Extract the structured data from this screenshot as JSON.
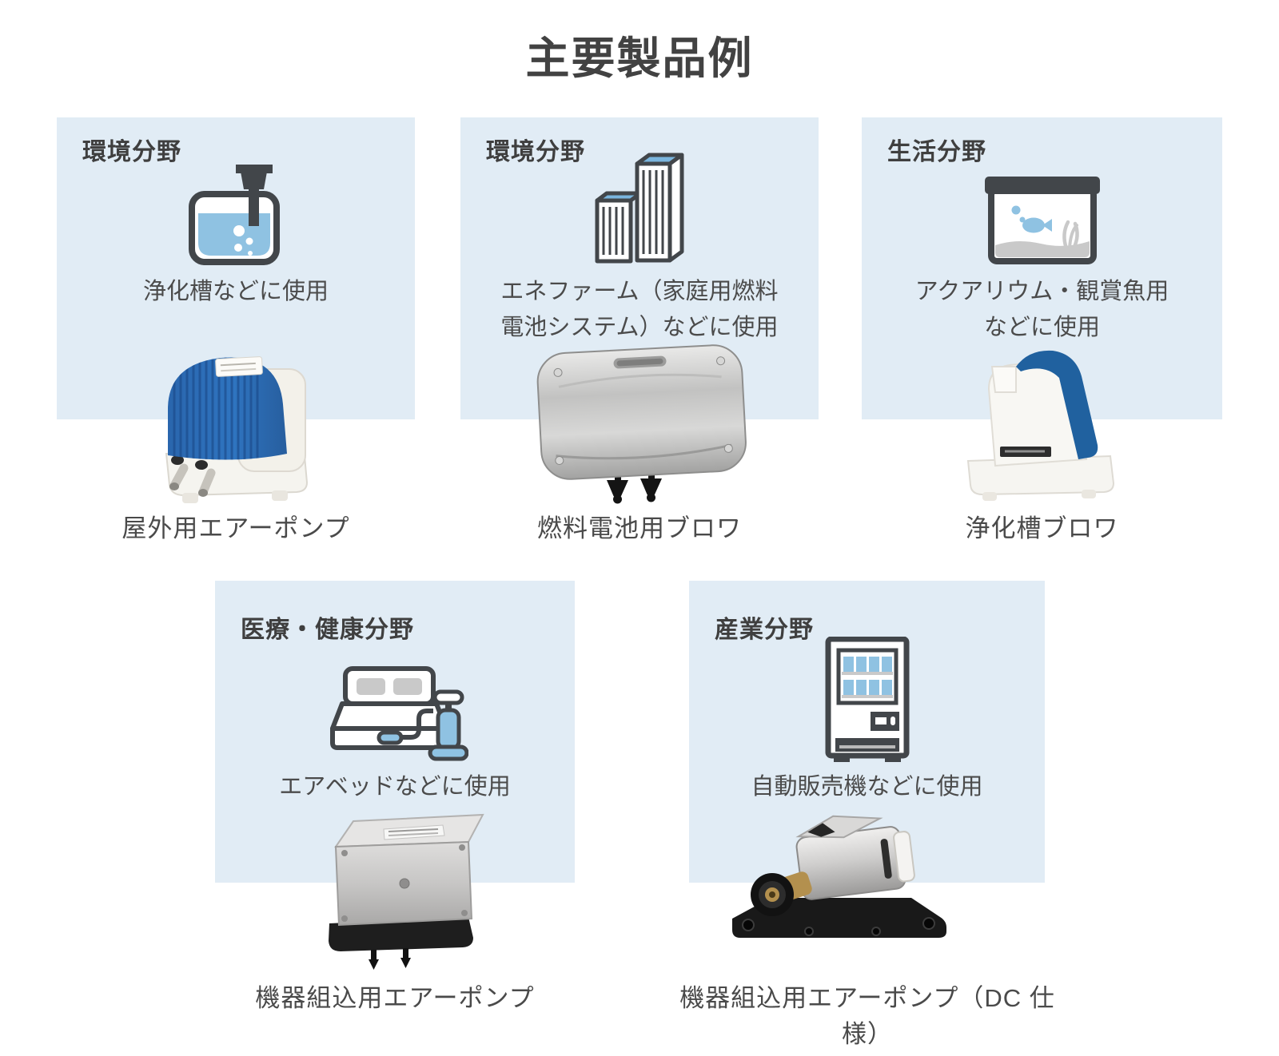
{
  "page": {
    "title": "主要製品例"
  },
  "colors": {
    "card_bg": "#e1ecf5",
    "icon_dark": "#42464a",
    "accent_blue": "#8fc2e2",
    "deep_blue": "#2f74c0",
    "text": "#454545"
  },
  "cards": [
    {
      "field": "環境分野",
      "icon": "septic-tank-icon",
      "caption": "浄化槽などに使用",
      "caption2": "",
      "product": "屋外用エアーポンプ"
    },
    {
      "field": "環境分野",
      "icon": "buildings-icon",
      "caption": "エネファーム（家庭用燃料",
      "caption2": "電池システム）などに使用",
      "product": "燃料電池用ブロワ"
    },
    {
      "field": "生活分野",
      "icon": "aquarium-icon",
      "caption": "アクアリウム・観賞魚用",
      "caption2": "などに使用",
      "product": "浄化槽ブロワ"
    },
    {
      "field": "医療・健康分野",
      "icon": "air-bed-icon",
      "caption": "エアベッドなどに使用",
      "caption2": "",
      "product": "機器組込用エアーポンプ"
    },
    {
      "field": "産業分野",
      "icon": "vending-machine-icon",
      "caption": "自動販売機などに使用",
      "caption2": "",
      "product": "機器組込用エアーポンプ（DC 仕様）"
    }
  ]
}
